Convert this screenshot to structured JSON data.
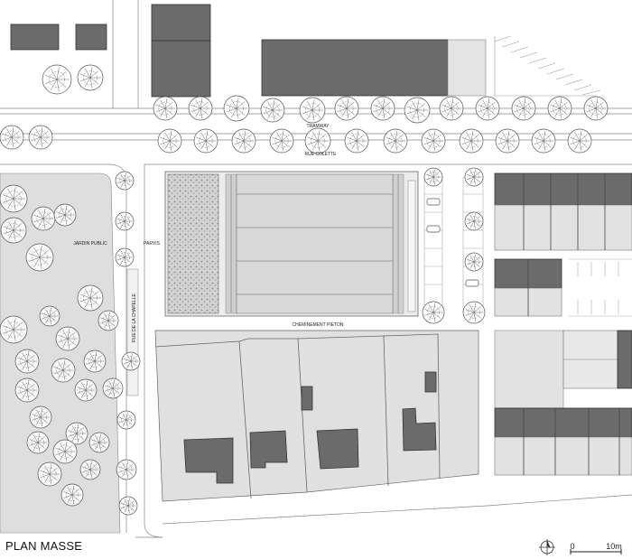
{
  "plan": {
    "title": "PLAN MASSE",
    "labels": {
      "tramway": "TRAMWAY",
      "rue_colette": "RUE COLETTE",
      "jardin_public": "JARDIN PUBLIC",
      "parvis": "PARVIS",
      "rue_chapelle": "RUE DE LA CHAPELLE",
      "cheminement": "CHEMINEMENT PIETON"
    },
    "scale": {
      "zero": "0",
      "ten": "10m"
    },
    "colors": {
      "building": "#6b6b6b",
      "ground": "#dcdcdc",
      "light": "#e6e6e6",
      "line": "#555555"
    }
  }
}
